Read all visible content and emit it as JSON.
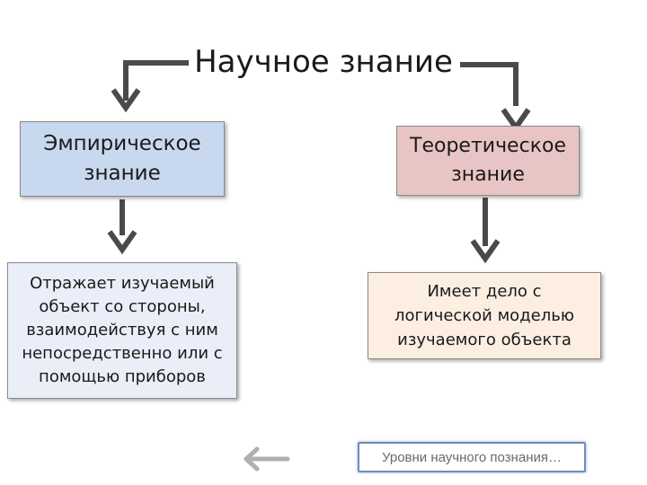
{
  "title": "Научное знание",
  "empirical": {
    "line1": "Эмпирическое",
    "line2": "знание"
  },
  "theoretical": {
    "line1": "Теоретическое",
    "line2": "знание"
  },
  "empirical_desc": [
    "Отражает изучаемый",
    "объект со стороны,",
    "взаимодействуя с ним",
    "непосредственно или с",
    "помощью приборов"
  ],
  "theoretical_desc": [
    "Имеет дело с",
    "логической моделью",
    "изучаемого объекта"
  ],
  "navigation": {
    "levels_button": "Уровни научного познания…",
    "back_icon": "left-arrow-icon"
  },
  "colors": {
    "empirical_fill": "#c8d8ef",
    "theoretical_fill": "#e8c4c4",
    "empirical_desc_fill": "#e9eef8",
    "theoretical_desc_fill": "#fdeee2",
    "connector": "#4a4a4a"
  }
}
